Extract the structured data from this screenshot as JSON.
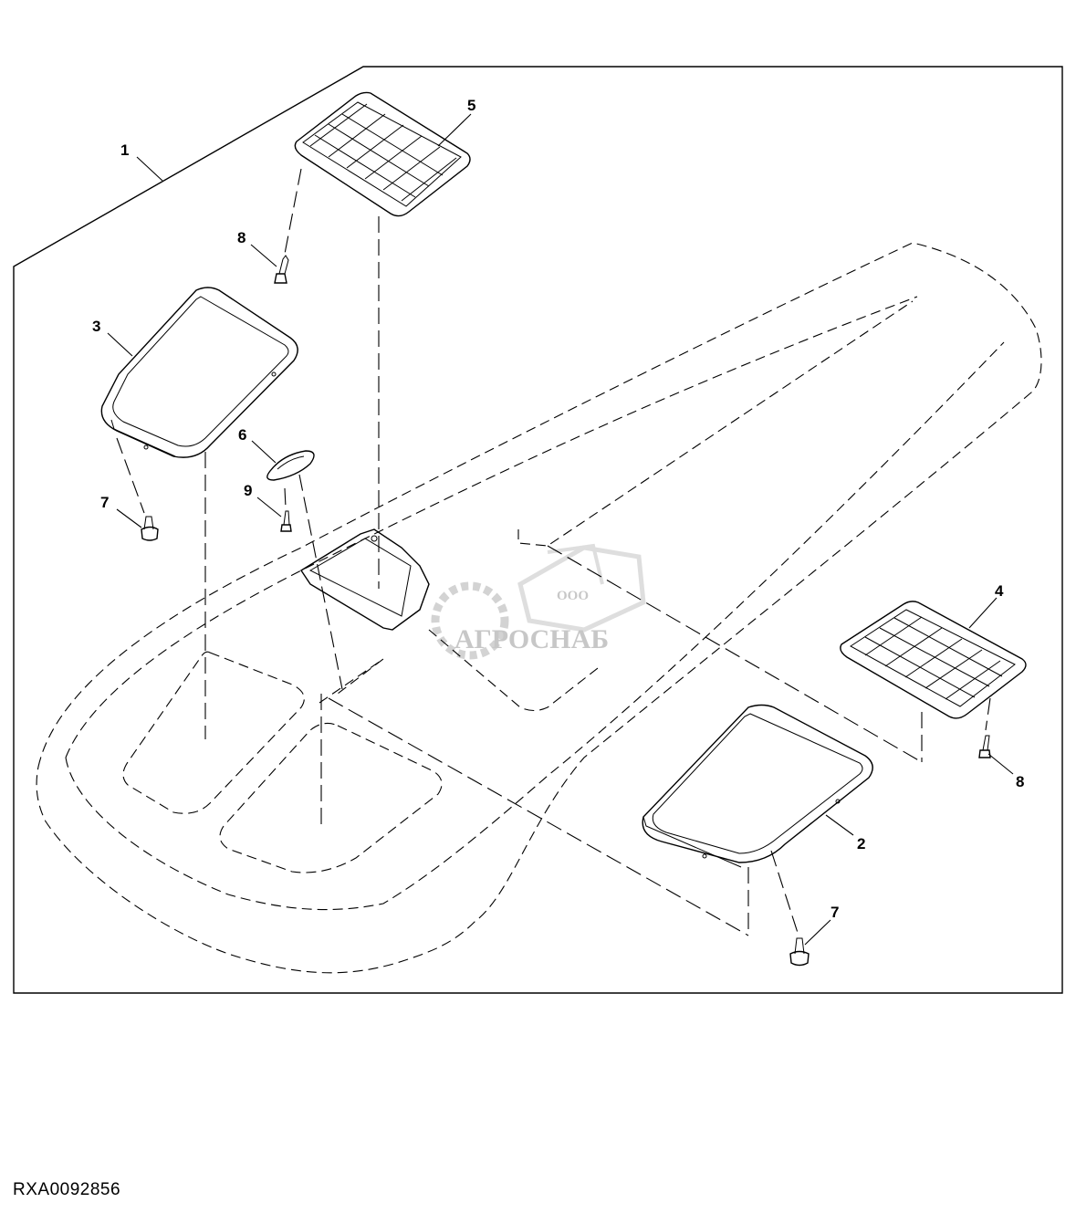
{
  "figure": {
    "id": "RXA0092856"
  },
  "callouts": [
    {
      "ref": "1",
      "part": "cab roof"
    },
    {
      "ref": "2",
      "part": "front right window frame"
    },
    {
      "ref": "3",
      "part": "rear left window frame"
    },
    {
      "ref": "4",
      "part": "right grille"
    },
    {
      "ref": "5",
      "part": "left grille"
    },
    {
      "ref": "6",
      "part": "grommet"
    },
    {
      "ref": "7",
      "part": "rivet"
    },
    {
      "ref": "7",
      "part": "rivet"
    },
    {
      "ref": "8",
      "part": "screw"
    },
    {
      "ref": "8",
      "part": "screw"
    },
    {
      "ref": "9",
      "part": "screw"
    }
  ],
  "watermark": {
    "prefix": "ООО",
    "name": "АГРОСНАБ",
    "color": "#b0b0b0"
  },
  "colors": {
    "line": "#000000",
    "background": "#ffffff"
  }
}
